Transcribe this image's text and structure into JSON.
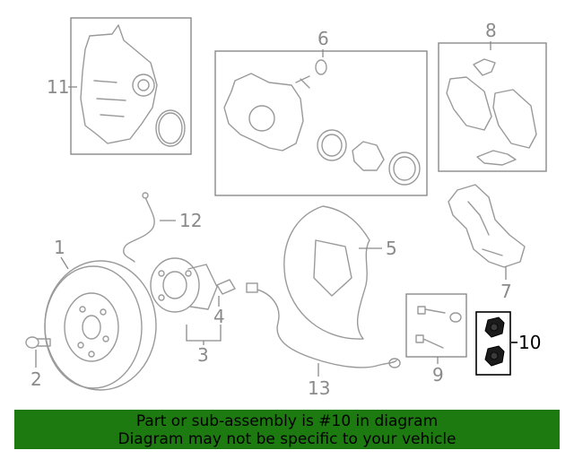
{
  "callouts": {
    "c1": "1",
    "c2": "2",
    "c3": "3",
    "c4": "4",
    "c5": "5",
    "c6": "6",
    "c7": "7",
    "c8": "8",
    "c9": "9",
    "c10": "10",
    "c11": "11",
    "c12": "12",
    "c13": "13"
  },
  "highlighted_part": "10",
  "colors": {
    "banner": "#1d7a10",
    "highlight": "#000000",
    "linework": "#9a9a9a"
  },
  "banner": {
    "line1": "Part or sub-assembly is #10 in diagram",
    "line2": "Diagram may not be specific to your vehicle"
  }
}
